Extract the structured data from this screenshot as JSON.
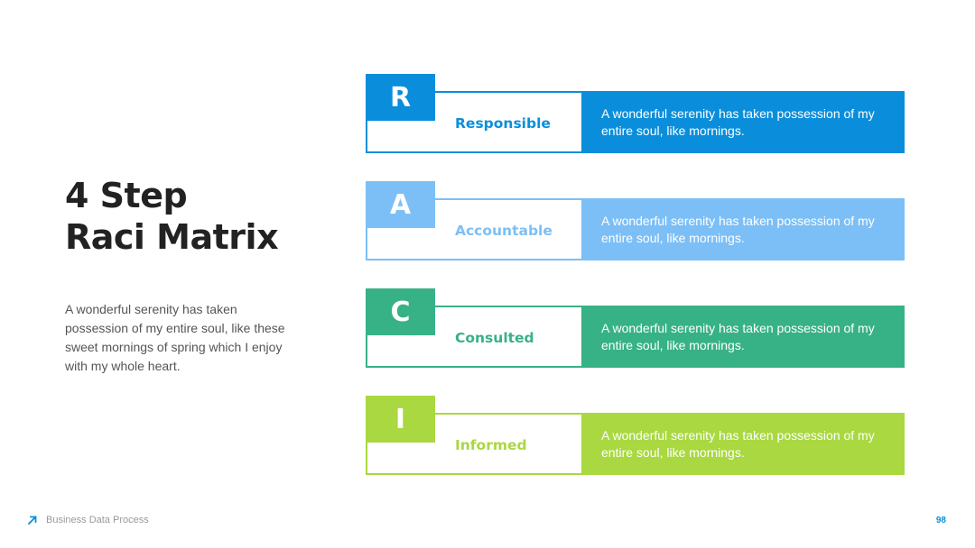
{
  "title_line1": "4 Step",
  "title_line2": "Raci Matrix",
  "description": "A wonderful serenity has taken possession of my entire soul, like these sweet mornings of spring which I enjoy with my whole heart.",
  "rows": [
    {
      "letter": "R",
      "label": "Responsible",
      "text": "A wonderful serenity has taken possession of my entire soul, like mornings.",
      "color": "#0a8edc"
    },
    {
      "letter": "A",
      "label": "Accountable",
      "text": "A wonderful serenity has taken possession of my entire soul, like mornings.",
      "color": "#7cbff6"
    },
    {
      "letter": "C",
      "label": "Consulted",
      "text": "A wonderful serenity has taken possession of my entire soul, like mornings.",
      "color": "#37b286"
    },
    {
      "letter": "I",
      "label": "Informed",
      "text": "A wonderful serenity has taken possession of my entire soul, like mornings.",
      "color": "#a9d841"
    }
  ],
  "footer": {
    "icon": "arrow-up-right-icon",
    "text": "Business Data Process",
    "page_number": "98",
    "accent": "#0b8fd8"
  }
}
